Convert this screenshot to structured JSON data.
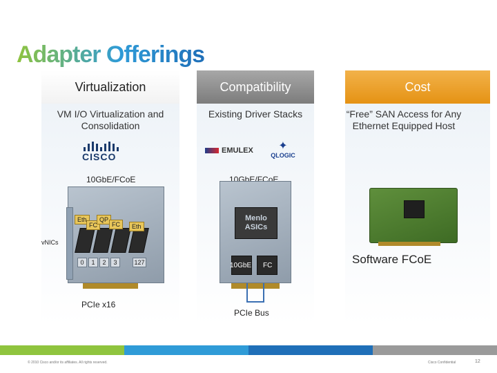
{
  "slide": {
    "title": "Adapter Offerings"
  },
  "columns": {
    "virtualization": {
      "header": "Virtualization",
      "description": "VM I/O Virtualization and Consolidation",
      "logo": "cisco-logo",
      "logo_text": "CISCO",
      "adapter_label": "10GbE/FCoE",
      "bus_label": "PCIe x16",
      "vnics_label": "vNICs",
      "port_tags": [
        "Eth",
        "FC",
        "QP",
        "FC",
        "Eth"
      ],
      "numbers": [
        "0",
        "1",
        "2",
        "3",
        "127"
      ]
    },
    "compatibility": {
      "header": "Compatibility",
      "description": "Existing Driver Stacks",
      "logos": [
        "emulex-logo",
        "qlogic-logo"
      ],
      "emulex_text": "EMULEX",
      "qlogic_text": "QLOGIC",
      "adapter_label": "10GbE/FCoE",
      "asic_label": "Menlo ASICs",
      "port_labels": [
        "10GbE",
        "FC"
      ],
      "bus_label": "PCIe Bus"
    },
    "cost": {
      "header": "Cost",
      "description": "“Free” SAN Access for Any Ethernet Equipped Host",
      "software_label": "Software FCoE"
    }
  },
  "footer": {
    "copyright": "© 2010 Cisco and/or its affiliates. All rights reserved.",
    "confidential": "Cisco Confidential",
    "page_number": "12"
  },
  "colors": {
    "title_gradient": [
      "#8fc43e",
      "#2f9bd7",
      "#1f6fb8"
    ],
    "compatibility_header": "#8a8a8a",
    "cost_header": "#e99a1f",
    "footer_stripe": [
      "#8fc43e",
      "#2f9bd7",
      "#1f6fb8",
      "#7a7a7a"
    ]
  }
}
